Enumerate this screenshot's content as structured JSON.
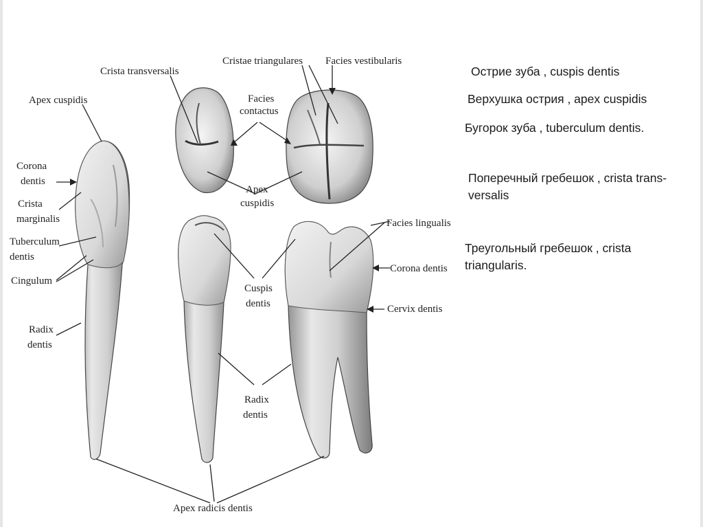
{
  "figure": {
    "labels": {
      "apex_cuspidis": "Apex cuspidis",
      "crista_transversalis": "Crista transversalis",
      "cristae_triangulares": "Cristae triangulares",
      "facies_vestibularis": "Facies vestibularis",
      "facies_contactus_1": "Facies",
      "facies_contactus_2": "contactus",
      "corona_dentis_1": "Corona",
      "corona_dentis_2": "dentis",
      "crista_marginalis_1": "Crista",
      "crista_marginalis_2": "marginalis",
      "tuberculum_dentis_1": "Tuberculum",
      "tuberculum_dentis_2": "dentis",
      "cingulum": "Cingulum",
      "radix_left_1": "Radix",
      "radix_left_2": "dentis",
      "apex_cuspidis_center_1": "Apex",
      "apex_cuspidis_center_2": "cuspidis",
      "facies_lingualis": "Facies lingualis",
      "corona_dentis_right": "Corona dentis",
      "cuspis_dentis_1": "Cuspis",
      "cuspis_dentis_2": "dentis",
      "cervix_dentis": "Cervix  dentis",
      "radix_center_1": "Radix",
      "radix_center_2": "dentis",
      "apex_radicis_dentis": "Apex radicis dentis"
    }
  },
  "notes": [
    "Острие зуба , cuspis dentis",
    "Верхушка острия , apex cuspidis",
    "Бугорок зуба , tuberculum dentis.",
    "Поперечный гребешок , crista trans-versalis",
    "Треугольный гребешок , crista triangularis."
  ]
}
